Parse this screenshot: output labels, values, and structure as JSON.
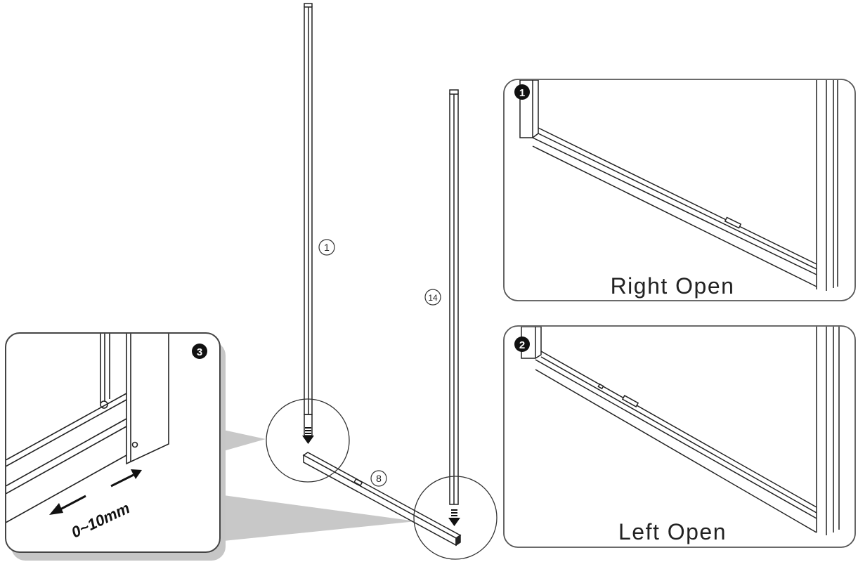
{
  "parts": {
    "post_left": "1",
    "post_right": "14",
    "bottom_rail": "8"
  },
  "panels": {
    "right_open": {
      "step": "1",
      "label": "Right Open"
    },
    "left_open": {
      "step": "2",
      "label": "Left Open"
    },
    "detail": {
      "step": "3",
      "adjustment_label": "0~10mm"
    }
  },
  "colors": {
    "line": "#222222",
    "panel_border": "#555555",
    "shadow": "#c6c6c6",
    "fill_light": "#f4f4f4"
  }
}
